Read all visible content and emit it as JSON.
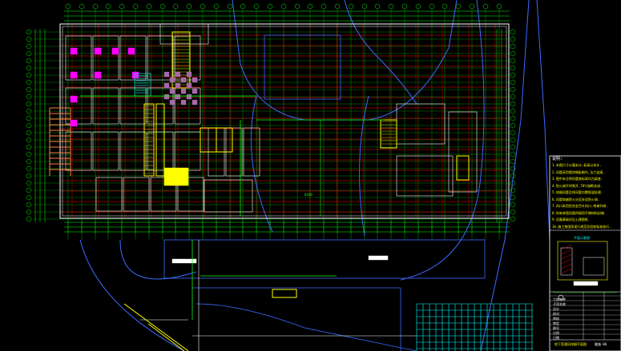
{
  "colors": {
    "background": "#000000",
    "grid_axis": "#00ff00",
    "wall": "#ffffff",
    "beam": "#ff0000",
    "boundary": "#3c6cff",
    "duct": "#ffff00",
    "pink": "#ff00ff",
    "cyan": "#00ffff",
    "orange": "#ff8040"
  },
  "drawing": {
    "notes": {
      "title": "说明:",
      "lines": [
        "1.本图尺寸以毫米计,标高以米计.",
        "2.风管采用镀锌钢板制作,法兰连接.",
        "3.图中未注明风管底标高均为梁底.",
        "4.防火阀平时常开,70℃熔断关闭.",
        "5.排烟风管及排风管均需保温处理.",
        "6.风管穿越防火分区处设防火阀.",
        "7.风口采用铝合金百叶风口,带调节阀.",
        "8.所有穿墙风管四周用不燃材料封堵.",
        "9.设备基础详见土建图纸.",
        "10.施工按国家现行规范及验收标准执行."
      ]
    },
    "title_block": {
      "rows": [
        "工程名称",
        "子项名称",
        "设计",
        "校对",
        "审核",
        "审定",
        "图号",
        "比例",
        "日期"
      ],
      "drawing_title": "地下室通风排烟平面图",
      "drawing_no": "暖施-06"
    },
    "key_plan_label": "平面示意图",
    "dimension_mark": "8400"
  }
}
